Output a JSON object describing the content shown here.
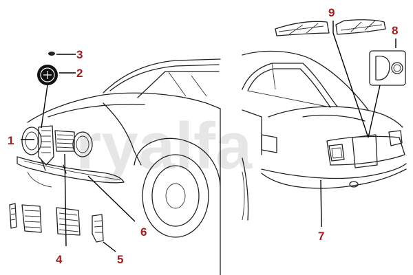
{
  "diagram": {
    "watermark": "ryalfa",
    "callouts": [
      "1",
      "2",
      "3",
      "4",
      "5",
      "6",
      "7",
      "8",
      "9"
    ],
    "colors": {
      "callout": "#a01d1d",
      "line": "#222222",
      "watermark": "#e6e6e6"
    }
  }
}
